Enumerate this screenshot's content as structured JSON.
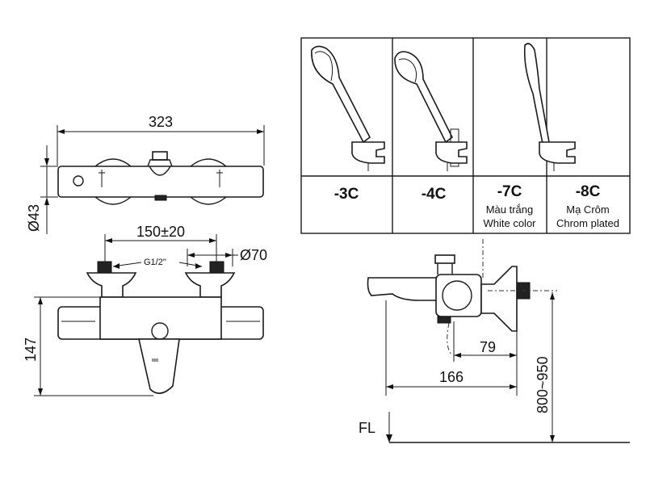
{
  "dimensions": {
    "width_323": "323",
    "diameter_43": "Ø43",
    "spacing_150": "150±20",
    "thread_g12": "G1/2\"",
    "diameter_70": "Ø70",
    "height_147": "147",
    "projection_79": "79",
    "projection_166": "166",
    "height_800_950": "800~950",
    "floor_level": "FL"
  },
  "variants": [
    {
      "code": "-3C",
      "line1": "",
      "line2": ""
    },
    {
      "code": "-4C",
      "line1": "",
      "line2": ""
    },
    {
      "code": "-7C",
      "line1": "Màu trắng",
      "line2": "White color"
    },
    {
      "code": "-8C",
      "line1": "Mạ Crôm",
      "line2": "Chrom plated"
    }
  ],
  "colors": {
    "line": "#1a1a1a",
    "background": "#ffffff"
  }
}
